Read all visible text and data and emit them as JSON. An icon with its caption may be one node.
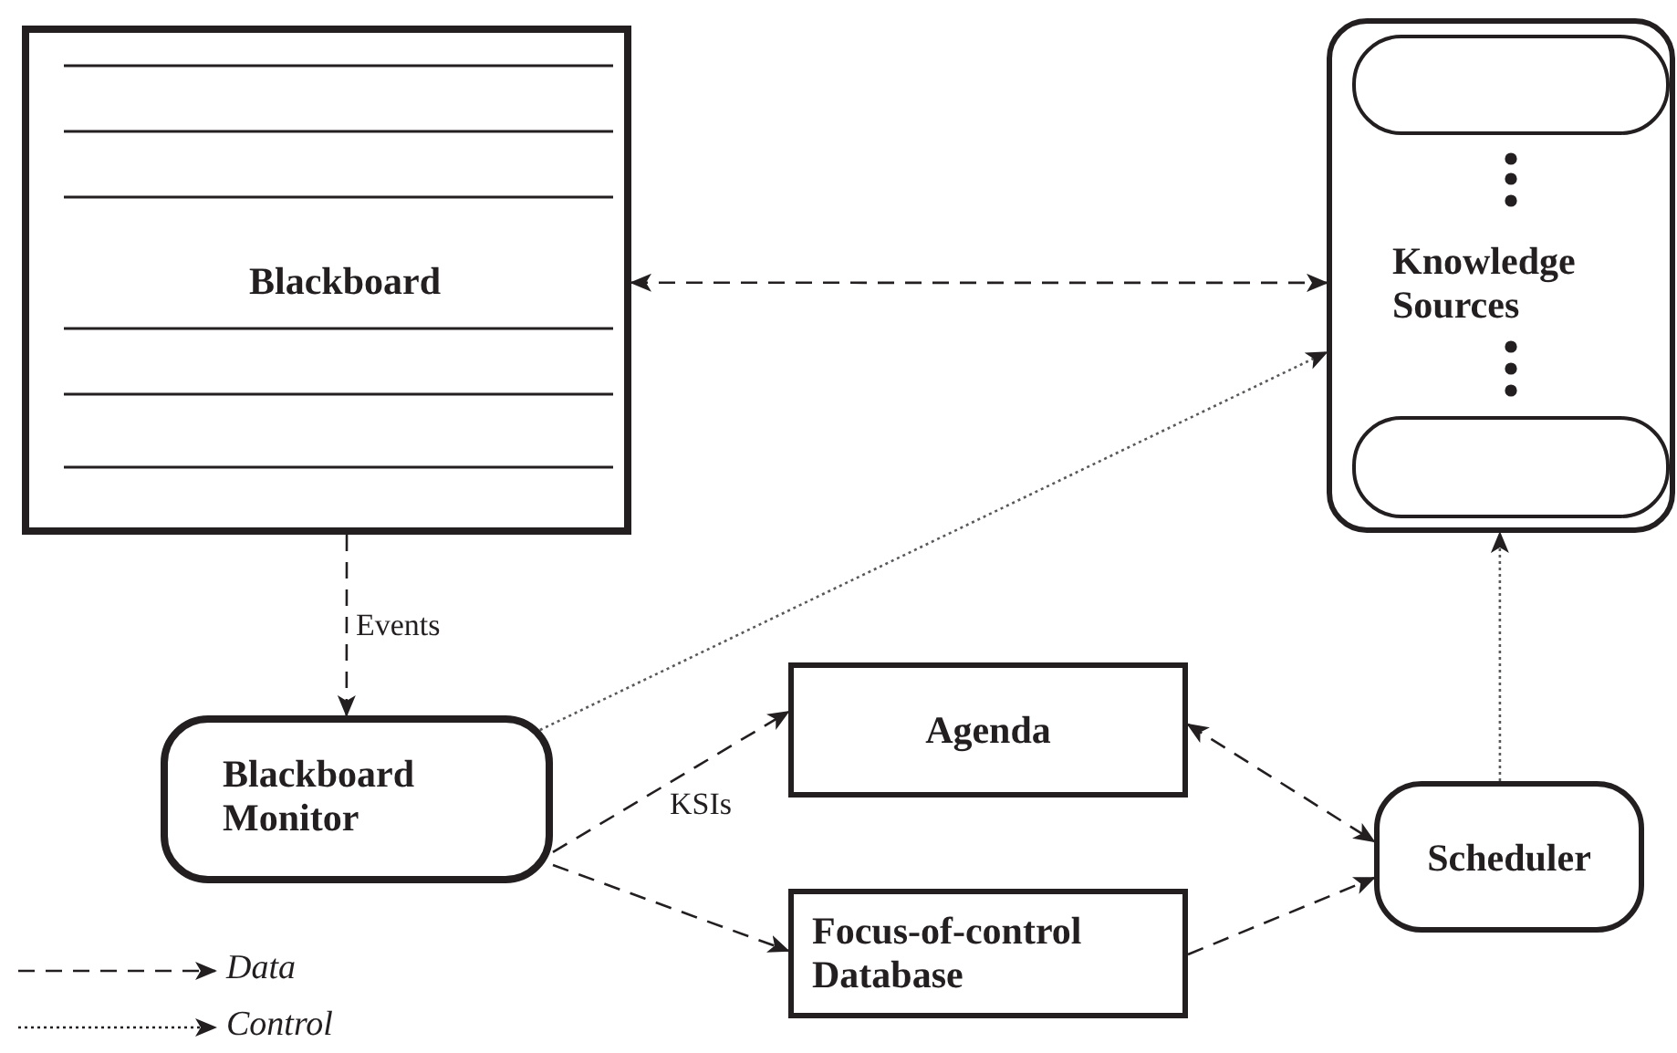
{
  "diagram": {
    "nodes": [
      {
        "text": [
          "Blackboard"
        ]
      },
      {
        "text": [
          "Knowledge Sources"
        ]
      },
      {
        "text": [],
        "shape": "box",
        "in": 1
      },
      {
        "text": [],
        "shape": "box",
        "in": 1
      },
      {
        "text": [
          "Blackboard Monitor"
        ]
      },
      {
        "text": [
          "Agenda"
        ]
      },
      {
        "text": [
          "Focus-of-control Database"
        ]
      },
      {
        "text": [
          "Scheduler"
        ]
      }
    ],
    "edges": [
      {
        "from": 0,
        "to": 1,
        "arrow": "both",
        "style": "dashed"
      },
      {
        "from": 0,
        "to": 4,
        "arrow": "to",
        "style": "dashed",
        "label": "Events"
      },
      {
        "from": 4,
        "to": 1,
        "arrow": "to",
        "style": "dashed",
        "color": "#58595b"
      },
      {
        "from": 4,
        "to": 5,
        "arrow": "to",
        "style": "dashed",
        "label": "KSIs"
      },
      {
        "from": 4,
        "to": 6,
        "arrow": "to",
        "style": "dashed"
      },
      {
        "from": 5,
        "to": 7,
        "arrow": "both",
        "style": "dashed"
      },
      {
        "from": 6,
        "to": 7,
        "arrow": "to",
        "style": "dashed"
      },
      {
        "from": 7,
        "to": 1,
        "arrow": "to",
        "style": "dashed",
        "color": "#58595b"
      }
    ],
    "legend": [
      {
        "text": "Data"
      },
      {
        "text": "Control"
      }
    ]
  }
}
